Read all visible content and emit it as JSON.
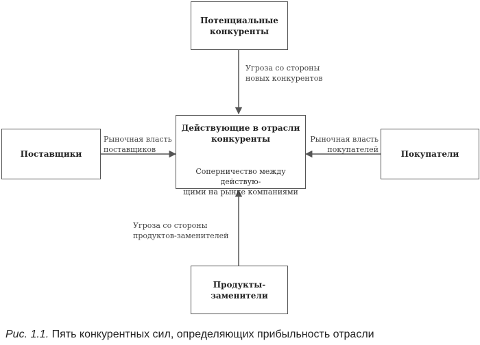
{
  "nodes": {
    "potential": "Потенциальные\nконкуренты",
    "center_title": "Действующие в отрасли\nконкуренты",
    "center_text": "Соперничество между действую-\nщими на рынке компаниями",
    "suppliers": "Поставщики",
    "buyers": "Покупатели",
    "substitutes": "Продукты-заменители"
  },
  "edges": {
    "new_entrants": "Угроза со стороны\nновых конкурентов",
    "supplier_power": "Рыночная власть\nпоставщиков",
    "buyer_power": "Рыночная власть\nпокупателей",
    "substitute_threat": "Угроза со стороны\nпродуктов-заменителей"
  },
  "caption": {
    "number": "Рис. 1.1.",
    "text": "Пять конкурентных сил, определяющих прибыльность отрасли"
  },
  "colors": {
    "line": "#555555"
  }
}
